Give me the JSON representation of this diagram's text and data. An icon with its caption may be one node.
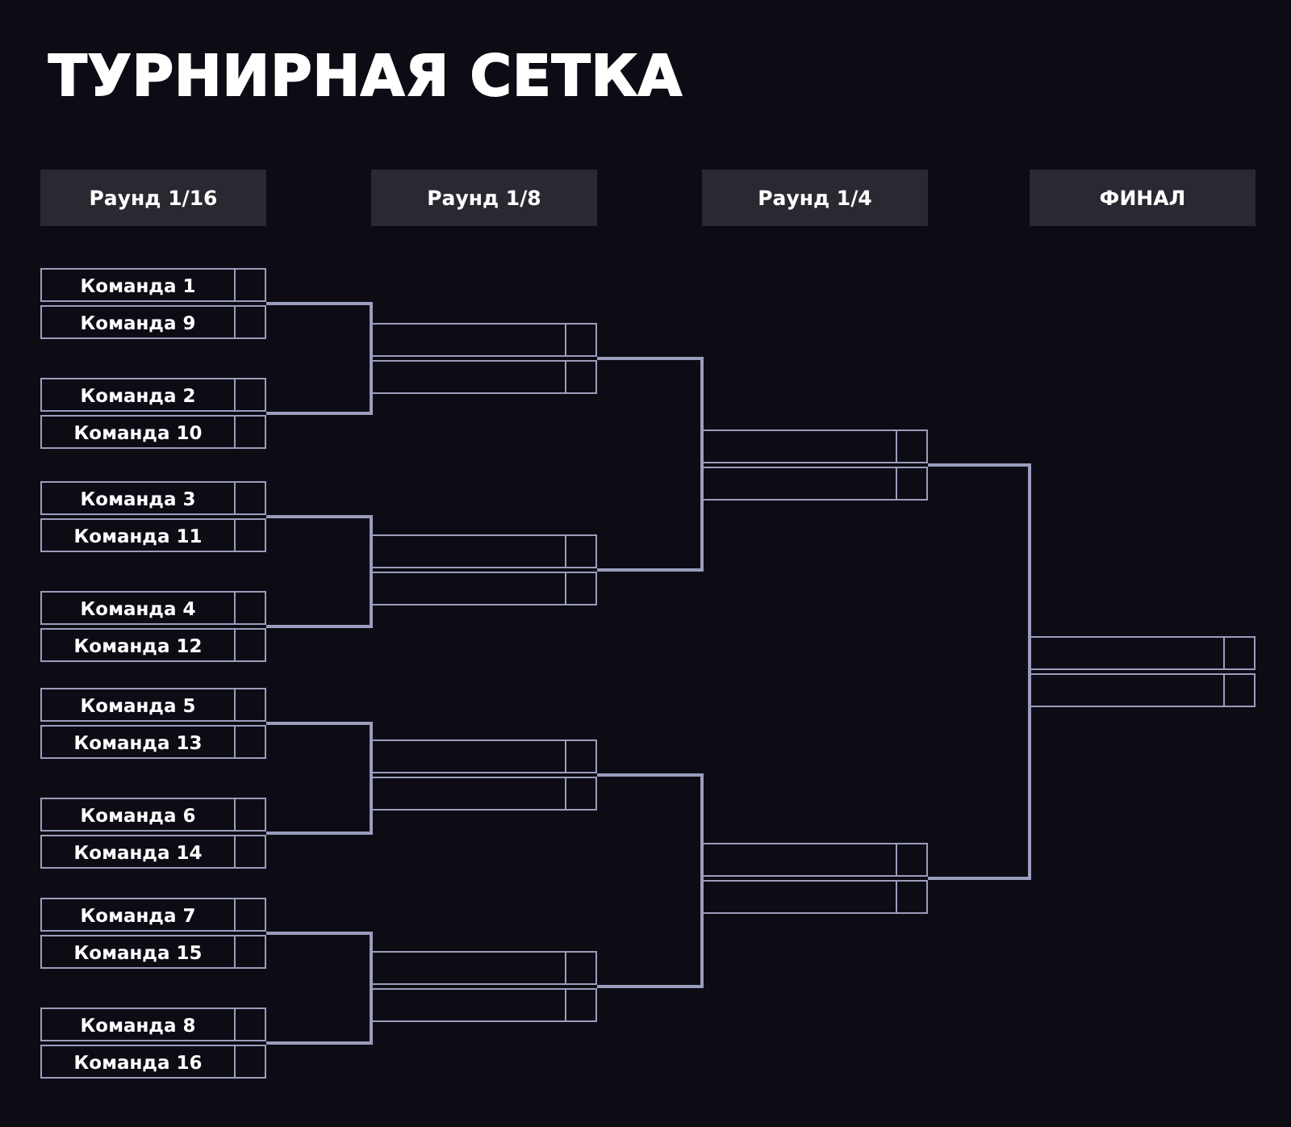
{
  "diagram": {
    "title": "ТУРНИРНАЯ СЕТКА",
    "nodes": [
      {
        "text": [
          "Раунд 1/16"
        ]
      },
      {
        "text": [
          "Раунд 1/8"
        ]
      },
      {
        "text": [
          "Раунд 1/4"
        ]
      },
      {
        "text": [
          "ФИНАЛ"
        ]
      },
      {
        "text": [
          "Команда 1"
        ]
      },
      {
        "text": [
          "Команда 9"
        ]
      },
      {
        "text": [
          "Команда 2"
        ]
      },
      {
        "text": [
          "Команда 10"
        ]
      },
      {
        "text": [
          "Команда 3"
        ]
      },
      {
        "text": [
          "Команда 11"
        ]
      },
      {
        "text": [
          "Команда 4"
        ]
      },
      {
        "text": [
          "Команда 12"
        ]
      },
      {
        "text": [
          "Команда 5"
        ]
      },
      {
        "text": [
          "Команда 13"
        ]
      },
      {
        "text": [
          "Команда 6"
        ]
      },
      {
        "text": [
          "Команда 14"
        ]
      },
      {
        "text": [
          "Команда 7"
        ]
      },
      {
        "text": [
          "Команда 15"
        ]
      },
      {
        "text": [
          "Команда 8"
        ]
      },
      {
        "text": [
          "Команда 16"
        ]
      },
      {
        "text": [],
        "shape": "box"
      },
      {
        "text": [],
        "shape": "box"
      },
      {
        "text": [],
        "shape": "box"
      },
      {
        "text": [],
        "shape": "box"
      },
      {
        "text": [],
        "shape": "box"
      },
      {
        "text": [],
        "shape": "box"
      },
      {
        "text": [],
        "shape": "box"
      },
      {
        "text": [],
        "shape": "box"
      },
      {
        "text": [],
        "shape": "box"
      },
      {
        "text": [],
        "shape": "box"
      },
      {
        "text": [],
        "shape": "box"
      },
      {
        "text": [],
        "shape": "box"
      },
      {
        "text": [],
        "shape": "box"
      },
      {
        "text": [],
        "shape": "box"
      }
    ],
    "edges": [
      {
        "from": 4,
        "to": 20,
        "arrow": "none"
      },
      {
        "from": 5,
        "to": 20,
        "arrow": "none"
      },
      {
        "from": 6,
        "to": 21,
        "arrow": "none"
      },
      {
        "from": 7,
        "to": 21,
        "arrow": "none"
      },
      {
        "from": 8,
        "to": 22,
        "arrow": "none"
      },
      {
        "from": 9,
        "to": 22,
        "arrow": "none"
      },
      {
        "from": 10,
        "to": 23,
        "arrow": "none"
      },
      {
        "from": 11,
        "to": 23,
        "arrow": "none"
      },
      {
        "from": 12,
        "to": 24,
        "arrow": "none"
      },
      {
        "from": 13,
        "to": 24,
        "arrow": "none"
      },
      {
        "from": 14,
        "to": 25,
        "arrow": "none"
      },
      {
        "from": 15,
        "to": 25,
        "arrow": "none"
      },
      {
        "from": 16,
        "to": 26,
        "arrow": "none"
      },
      {
        "from": 17,
        "to": 26,
        "arrow": "none"
      },
      {
        "from": 18,
        "to": 27,
        "arrow": "none"
      },
      {
        "from": 19,
        "to": 27,
        "arrow": "none"
      },
      {
        "from": 20,
        "to": 28,
        "arrow": "none"
      },
      {
        "from": 21,
        "to": 28,
        "arrow": "none"
      },
      {
        "from": 22,
        "to": 29,
        "arrow": "none"
      },
      {
        "from": 23,
        "to": 29,
        "arrow": "none"
      },
      {
        "from": 24,
        "to": 30,
        "arrow": "none"
      },
      {
        "from": 25,
        "to": 30,
        "arrow": "none"
      },
      {
        "from": 26,
        "to": 31,
        "arrow": "none"
      },
      {
        "from": 27,
        "to": 31,
        "arrow": "none"
      },
      {
        "from": 28,
        "to": 32,
        "arrow": "none"
      },
      {
        "from": 29,
        "to": 32,
        "arrow": "none"
      },
      {
        "from": 30,
        "to": 33,
        "arrow": "none"
      },
      {
        "from": 31,
        "to": 33,
        "arrow": "none"
      }
    ]
  }
}
